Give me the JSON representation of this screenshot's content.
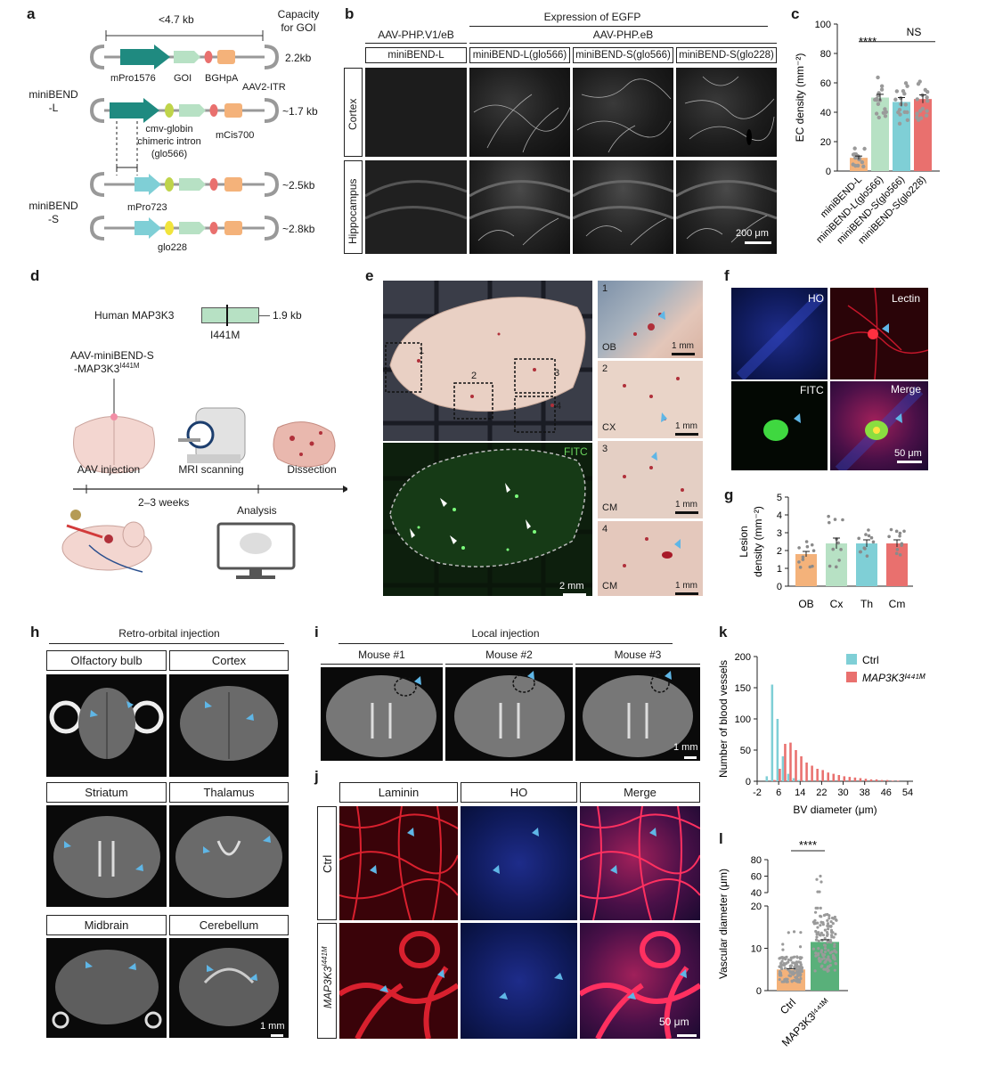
{
  "panels": {
    "a": "a",
    "b": "b",
    "c": "c",
    "d": "d",
    "e": "e",
    "f": "f",
    "g": "g",
    "h": "h",
    "i": "i",
    "j": "j",
    "k": "k",
    "l": "l"
  },
  "panel_a": {
    "size_limit": "<4.7 kb",
    "capacity_line1": "Capacity",
    "capacity_line2": "for GOI",
    "capacities": [
      "2.2kb",
      "~1.7 kb",
      "~2.5kb",
      "~2.8kb"
    ],
    "labels": {
      "mPro1576": "mPro1576",
      "goi": "GOI",
      "bghpa": "BGHpA",
      "itr": "AAV2-ITR",
      "intron_l1": "cmv-globin",
      "intron_l2": "chimeric intron",
      "intron_l3": "(glo566)",
      "mcis": "mCis700",
      "mpro723": "mPro723",
      "glo228": "glo228",
      "minibend_l_1": "miniBEND",
      "minibend_l_2": "-L",
      "minibend_s_1": "miniBEND",
      "minibend_s_2": "-S"
    },
    "colors": {
      "promoter_long": "#1f8a80",
      "promoter_short": "#7fcfd6",
      "goi": "#b7e1c4",
      "polya": "#e9706e",
      "mcis": "#f4b27a",
      "intron": "#bfd44a",
      "glo228": "#f1e43c"
    }
  },
  "panel_b": {
    "title": "Expression of EGFP",
    "capsid1": "AAV-PHP.V1/eB",
    "capsid2": "AAV-PHP.eB",
    "columns": [
      "miniBEND-L",
      "miniBEND-L(glo566)",
      "miniBEND-S(glo566)",
      "miniBEND-S(glo228)"
    ],
    "rows": [
      "Cortex",
      "Hippocampus"
    ],
    "scale": "200 μm"
  },
  "chart_data": [
    {
      "panel": "c",
      "type": "bar",
      "categories": [
        "miniBEND-L",
        "miniBEND-L(glo566)",
        "miniBEND-S(glo566)",
        "miniBEND-S(glo228)"
      ],
      "values": [
        9,
        50,
        47,
        49
      ],
      "errors": [
        1.2,
        2.2,
        3.0,
        2.8
      ],
      "colors": [
        "#f4b27a",
        "#b7e1c4",
        "#7fcfd6",
        "#e9706e"
      ],
      "ylabel": "EC density (mm⁻²)",
      "ylim": [
        0,
        100
      ],
      "yticks": [
        0,
        20,
        40,
        60,
        80,
        100
      ],
      "annotations": [
        "****",
        "NS"
      ]
    },
    {
      "panel": "g",
      "type": "bar",
      "categories": [
        "OB",
        "Cx",
        "Th",
        "Cm"
      ],
      "values": [
        1.8,
        2.4,
        2.4,
        2.4
      ],
      "errors": [
        0.15,
        0.3,
        0.2,
        0.2
      ],
      "colors": [
        "#f4b27a",
        "#b7e1c4",
        "#7fcfd6",
        "#e9706e"
      ],
      "ylabel_line1": "Lesion",
      "ylabel_line2": "density (mm⁻²)",
      "ylim": [
        0,
        5
      ],
      "yticks": [
        0,
        1,
        2,
        3,
        4,
        5
      ]
    },
    {
      "panel": "k",
      "type": "bar",
      "xlabel": "BV diameter (μm)",
      "ylabel": "Number of blood vessels",
      "ylim": [
        0,
        200
      ],
      "yticks": [
        0,
        50,
        100,
        150,
        200
      ],
      "xticks": [
        -2,
        6,
        14,
        22,
        30,
        38,
        46,
        54
      ],
      "xlim": [
        -2,
        56
      ],
      "bin_width": 2,
      "series": [
        {
          "name": "Ctrl",
          "color": "#7fcfd6",
          "x": [
            2,
            4,
            6,
            8,
            10,
            12,
            14,
            16
          ],
          "values": [
            8,
            155,
            100,
            40,
            12,
            5,
            2,
            1
          ]
        },
        {
          "name": "MAP3K3ᴵ⁴⁴¹ᴹ",
          "color": "#e9706e",
          "x": [
            4,
            6,
            8,
            10,
            12,
            14,
            16,
            18,
            20,
            22,
            24,
            26,
            28,
            30,
            32,
            34,
            36,
            38,
            40,
            42,
            44,
            46,
            48,
            50
          ],
          "values": [
            2,
            20,
            60,
            62,
            50,
            40,
            30,
            25,
            20,
            18,
            14,
            12,
            10,
            8,
            7,
            6,
            5,
            4,
            3,
            3,
            2,
            2,
            1,
            1
          ]
        }
      ]
    },
    {
      "panel": "l",
      "type": "bar",
      "categories": [
        "Ctrl",
        "MAP3K3ᴵ⁴⁴¹ᴹ"
      ],
      "values": [
        5,
        11.5
      ],
      "errors": [
        0.2,
        0.5
      ],
      "colors": [
        "#f4b27a",
        "#59b07a"
      ],
      "ylabel": "Vascular diameter (μm)",
      "yticks_lower": [
        0,
        10,
        20
      ],
      "yticks_upper": [
        40,
        60,
        80
      ],
      "annotation": "****"
    }
  ],
  "panel_d": {
    "gene": "Human MAP3K3",
    "gene_size": "1.9 kb",
    "mutation": "I441M",
    "vector_line1": "AAV-miniBEND-S",
    "vector_line2": "-MAP3K3",
    "vector_sup": "I441M",
    "steps": [
      "AAV injection",
      "MRI scanning",
      "Dissection"
    ],
    "duration": "2–3 weeks",
    "analysis": "Analysis"
  },
  "panel_e": {
    "roi": [
      "1",
      "2",
      "3",
      "4"
    ],
    "fitc": "FITC",
    "scale_main": "2 mm",
    "insets": [
      {
        "num": "1",
        "region": "OB",
        "scale": "1 mm"
      },
      {
        "num": "2",
        "region": "CX",
        "scale": "1 mm"
      },
      {
        "num": "3",
        "region": "CM",
        "scale": "1 mm"
      },
      {
        "num": "4",
        "region": "CM",
        "scale": "1 mm"
      }
    ]
  },
  "panel_f": {
    "channels": [
      "HO",
      "Lectin",
      "FITC",
      "Merge"
    ],
    "scale": "50 μm"
  },
  "panel_h": {
    "title": "Retro-orbital injection",
    "regions": [
      "Olfactory bulb",
      "Cortex",
      "Striatum",
      "Thalamus",
      "Midbrain",
      "Cerebellum"
    ],
    "scale": "1 mm"
  },
  "panel_i": {
    "title": "Local injection",
    "mice": [
      "Mouse #1",
      "Mouse #2",
      "Mouse #3"
    ],
    "scale": "1 mm"
  },
  "panel_j": {
    "columns": [
      "Laminin",
      "HO",
      "Merge"
    ],
    "rows": [
      "Ctrl",
      "MAP3K3"
    ],
    "row2_sup": "I441M",
    "scale": "50 μm"
  }
}
